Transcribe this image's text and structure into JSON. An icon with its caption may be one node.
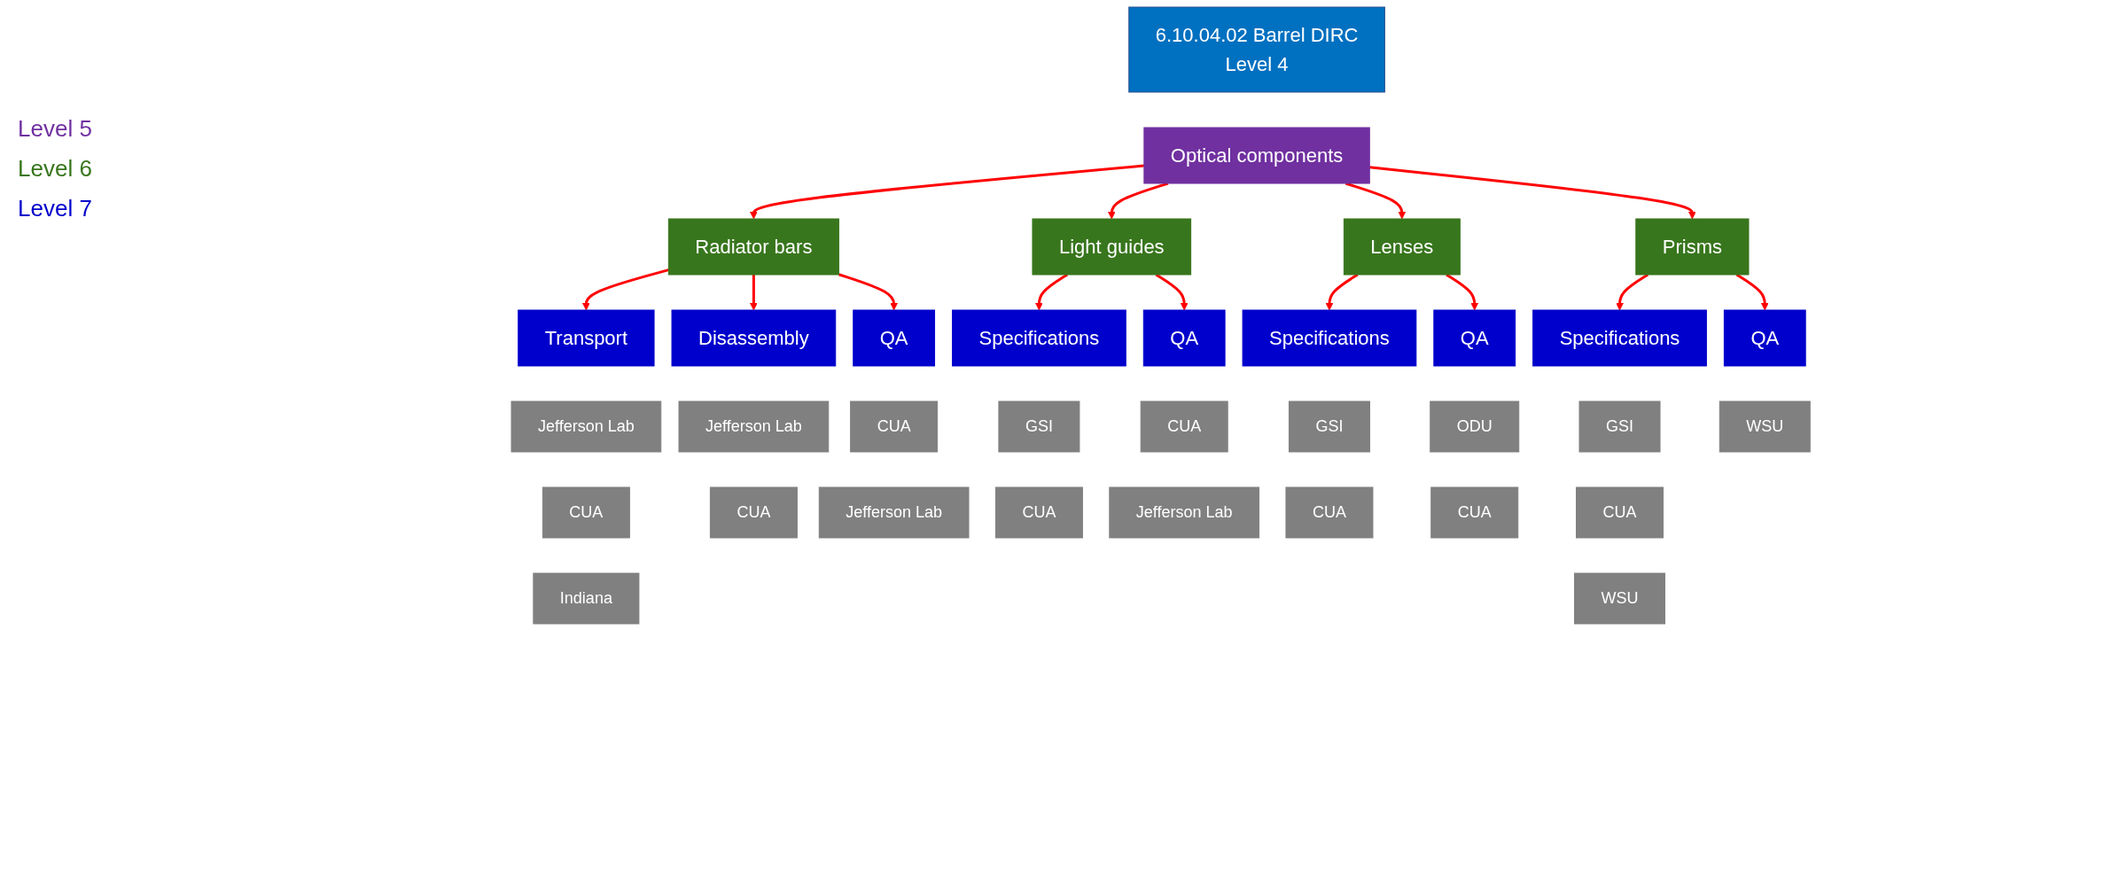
{
  "diagram": {
    "nodes": [
      {
        "text": [
          "6.10.04.02 Barrel DIRC",
          "Level 4"
        ]
      },
      {
        "text": [
          "Optical components"
        ]
      },
      {
        "text": [
          "Radiator bars"
        ]
      },
      {
        "text": [
          "Light guides"
        ]
      },
      {
        "text": [
          "Lenses"
        ]
      },
      {
        "text": [
          "Prisms"
        ]
      },
      {
        "text": [
          "Transport"
        ]
      },
      {
        "text": [
          "Jefferson Lab"
        ]
      },
      {
        "text": [
          "CUA"
        ]
      },
      {
        "text": [
          "Indiana"
        ]
      },
      {
        "text": [
          "Disassembly"
        ]
      },
      {
        "text": [
          "Jefferson Lab"
        ]
      },
      {
        "text": [
          "CUA"
        ]
      },
      {
        "text": [
          "QA"
        ]
      },
      {
        "text": [
          "CUA"
        ]
      },
      {
        "text": [
          "Jefferson Lab"
        ]
      },
      {
        "text": [
          "Specifications"
        ]
      },
      {
        "text": [
          "GSI"
        ]
      },
      {
        "text": [
          "CUA"
        ]
      },
      {
        "text": [
          "QA"
        ]
      },
      {
        "text": [
          "CUA"
        ]
      },
      {
        "text": [
          "Jefferson Lab"
        ]
      },
      {
        "text": [
          "Specifications"
        ]
      },
      {
        "text": [
          "GSI"
        ]
      },
      {
        "text": [
          "CUA"
        ]
      },
      {
        "text": [
          "QA"
        ]
      },
      {
        "text": [
          "ODU"
        ]
      },
      {
        "text": [
          "CUA"
        ]
      },
      {
        "text": [
          "Specifications"
        ]
      },
      {
        "text": [
          "GSI"
        ]
      },
      {
        "text": [
          "CUA"
        ]
      },
      {
        "text": [
          "WSU"
        ]
      },
      {
        "text": [
          "QA"
        ]
      },
      {
        "text": [
          "WSU"
        ]
      }
    ],
    "edges": [
      {
        "from": 1,
        "to": 2,
        "arrow": "to"
      },
      {
        "from": 1,
        "to": 3,
        "arrow": "to"
      },
      {
        "from": 1,
        "to": 4,
        "arrow": "to"
      },
      {
        "from": 1,
        "to": 5,
        "arrow": "to"
      },
      {
        "from": 2,
        "to": 6,
        "arrow": "to"
      },
      {
        "from": 2,
        "to": 10,
        "arrow": "to"
      },
      {
        "from": 2,
        "to": 13,
        "arrow": "to"
      },
      {
        "from": 3,
        "to": 16,
        "arrow": "to"
      },
      {
        "from": 3,
        "to": 19,
        "arrow": "to"
      },
      {
        "from": 4,
        "to": 22,
        "arrow": "to"
      },
      {
        "from": 4,
        "to": 25,
        "arrow": "to"
      },
      {
        "from": 5,
        "to": 28,
        "arrow": "to"
      },
      {
        "from": 5,
        "to": 32,
        "arrow": "to"
      }
    ],
    "labels": [
      "Level 5",
      "Level 6",
      "Level 7"
    ]
  }
}
